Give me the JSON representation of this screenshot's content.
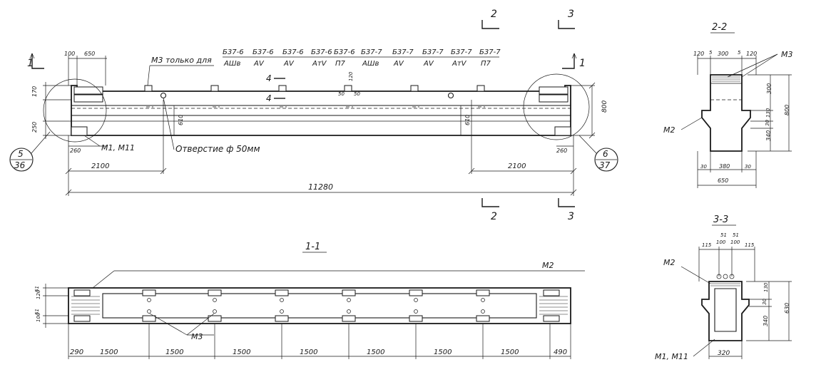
{
  "elevation": {
    "note_m3": "M3 только для",
    "brands": [
      {
        "top": "Б37-6",
        "bottom": "АШв"
      },
      {
        "top": "Б37-6",
        "bottom": "АV"
      },
      {
        "top": "Б37-6",
        "bottom": "АV"
      },
      {
        "top": "Б37-6",
        "bottom": "АтV"
      },
      {
        "top": "Б37-6",
        "bottom": "П7"
      },
      {
        "top": "Б37-7",
        "bottom": "АШв"
      },
      {
        "top": "Б37-7",
        "bottom": "АV"
      },
      {
        "top": "Б37-7",
        "bottom": "АV"
      },
      {
        "top": "Б37-7",
        "bottom": "АтV"
      },
      {
        "top": "Б37-7",
        "bottom": "П7"
      }
    ],
    "hole_label": "Отверстие ф 50мм",
    "m1_label": "M1, M11",
    "dims": {
      "d100": "100",
      "d650": "650",
      "d170": "170",
      "d250": "250",
      "d260a": "260",
      "d260b": "260",
      "d2100a": "2100",
      "d2100b": "2100",
      "d11280": "11280",
      "d800": "800",
      "d610a": "610",
      "d610b": "610",
      "d120": "120",
      "d50a": "50",
      "d50b": "50"
    },
    "marks": {
      "sec1a": "1",
      "sec1b": "1",
      "sec2a": "2",
      "sec2b": "2",
      "sec3a": "3",
      "sec3b": "3",
      "sec4a": "4",
      "sec4b": "4"
    },
    "callout_left": {
      "top": "5",
      "bottom": "36"
    },
    "callout_right": {
      "top": "6",
      "bottom": "37"
    }
  },
  "section22": {
    "title": "2-2",
    "dims": {
      "t120a": "120",
      "t5a": "5",
      "t300": "300",
      "t5b": "5",
      "t120b": "120",
      "r300": "300",
      "r130": "130",
      "r30": "30",
      "r340": "340",
      "r800": "800",
      "b30a": "30",
      "b380": "380",
      "b30b": "30",
      "b650": "650"
    },
    "m3": "M3",
    "m2": "M2"
  },
  "section11": {
    "title": "1-1",
    "m2": "M2",
    "m3": "M3",
    "left_dims": {
      "a": "51",
      "b": "120",
      "c": "51",
      "d": "100"
    },
    "spacing": [
      "290",
      "1500",
      "1500",
      "1500",
      "1500",
      "1500",
      "1500",
      "1500",
      "490"
    ]
  },
  "section33": {
    "title": "3-3",
    "dims": {
      "t115a": "115",
      "t51a": "51",
      "t100a": "100",
      "t51b": "51",
      "t100b": "100",
      "t115b": "115",
      "r130": "130",
      "r30": "30",
      "r340": "340",
      "r630": "630",
      "b320": "320"
    },
    "m2": "M2",
    "m1": "M1, M11"
  }
}
